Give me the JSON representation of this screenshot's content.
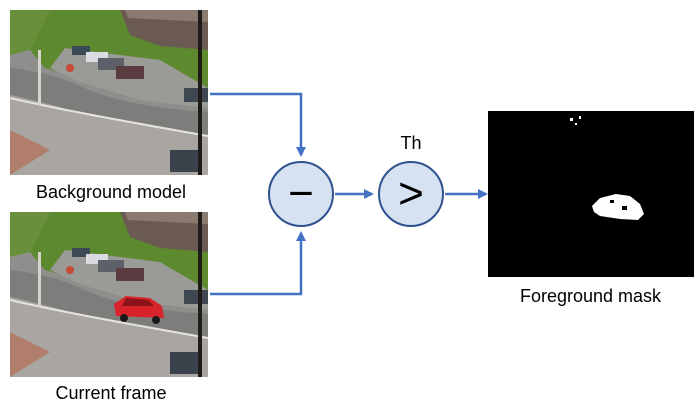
{
  "captions": {
    "background_model": "Background model",
    "current_frame": "Current frame",
    "foreground_mask": "Foreground mask"
  },
  "operators": {
    "subtract_symbol": "−",
    "compare_symbol": ">",
    "threshold_label": "Th"
  },
  "colors": {
    "arrow": "#4472c4",
    "node_fill": "#d6e1f1",
    "node_border": "#2f528f",
    "mask_bg": "#000000",
    "grass": "#5f8a2f",
    "road": "#8f8f8f",
    "car_red": "#d8232a"
  }
}
